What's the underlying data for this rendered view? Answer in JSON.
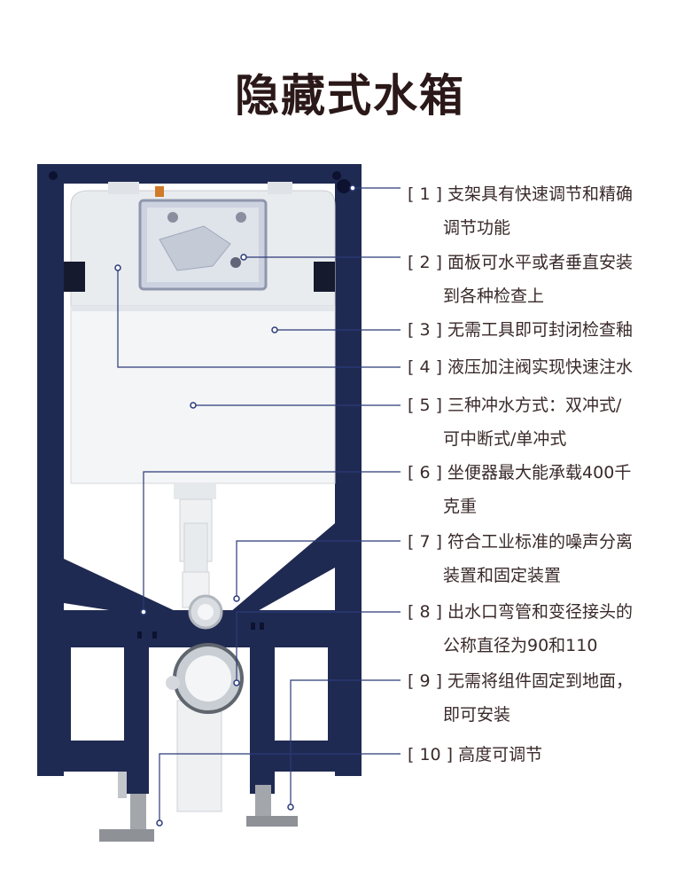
{
  "title": "隐藏式水箱",
  "colors": {
    "frame": "#1f2a52",
    "tank": "#f2f4f6",
    "callout_line": "#2b3a78",
    "text": "#3a2a2a"
  },
  "features": [
    {
      "num": "[ 1 ]",
      "line1": "支架具有快速调节和精确",
      "line2": "调节功能"
    },
    {
      "num": "[ 2 ]",
      "line1": "面板可水平或者垂直安装",
      "line2": "到各种检查上"
    },
    {
      "num": "[ 3 ]",
      "line1": "无需工具即可封闭检查釉",
      "line2": ""
    },
    {
      "num": "[ 4 ]",
      "line1": "液压加注阀实现快速注水",
      "line2": ""
    },
    {
      "num": "[ 5 ]",
      "line1": "三种冲水方式：双冲式/",
      "line2": "可中断式/单冲式"
    },
    {
      "num": "[ 6 ]",
      "line1": "坐便器最大能承载400千",
      "line2": "克重"
    },
    {
      "num": "[ 7 ]",
      "line1": "符合工业标准的噪声分离",
      "line2": "装置和固定装置"
    },
    {
      "num": "[ 8 ]",
      "line1": "出水口弯管和变径接头的",
      "line2": "公称直径为90和110"
    },
    {
      "num": "[ 9 ]",
      "line1": "无需将组件固定到地面，",
      "line2": "即可安装"
    },
    {
      "num": "[ 10 ]",
      "line1": "高度可调节",
      "line2": ""
    }
  ]
}
